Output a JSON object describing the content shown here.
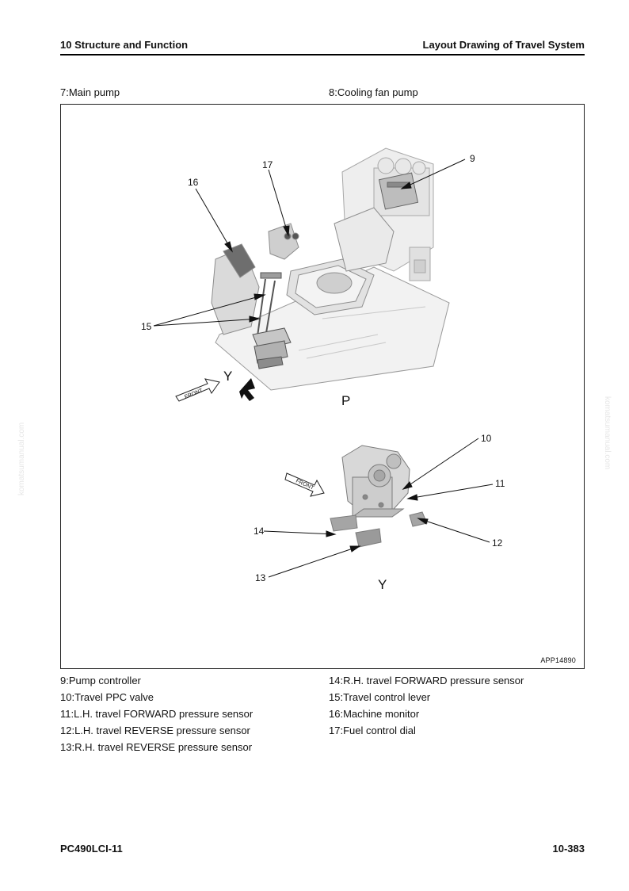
{
  "header": {
    "left": "10 Structure and Function",
    "right": "Layout Drawing of Travel System"
  },
  "top_captions": [
    "7:Main pump",
    "8:Cooling fan pump"
  ],
  "figure": {
    "code": "APP14890",
    "view_labels": {
      "main": "P",
      "detail": "Y",
      "arrow": "Y"
    },
    "front_label": "FRONT",
    "callouts": [
      "9",
      "10",
      "11",
      "12",
      "13",
      "14",
      "15",
      "16",
      "17"
    ]
  },
  "legend": {
    "left": [
      "9:Pump controller",
      "10:Travel PPC valve",
      "11:L.H. travel FORWARD pressure sensor",
      "12:L.H. travel REVERSE pressure sensor",
      "13:R.H. travel REVERSE pressure sensor"
    ],
    "right": [
      "14:R.H. travel FORWARD pressure sensor",
      "15:Travel control lever",
      "16:Machine monitor",
      "17:Fuel control dial"
    ]
  },
  "footer": {
    "model": "PC490LCI-11",
    "page": "10-383"
  },
  "watermark": "komatsumanual.com"
}
